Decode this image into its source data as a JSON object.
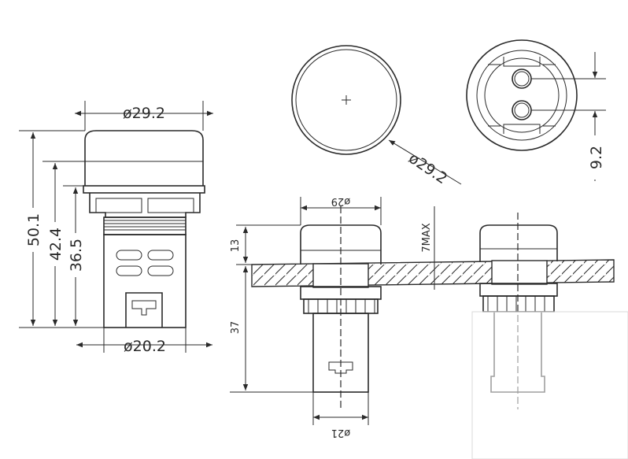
{
  "dimensions": {
    "front_width": "ø29.2",
    "front_base": "ø20.2",
    "height_total": "50.1",
    "height_mid": "42.4",
    "height_base": "36.5",
    "lens_dia": "ø29.2",
    "pin_spacing": "9.2",
    "section_top": "ø29",
    "panel_thickness": "13",
    "panel_max": "7MAX",
    "body_length": "37",
    "body_dia": "ø21"
  }
}
